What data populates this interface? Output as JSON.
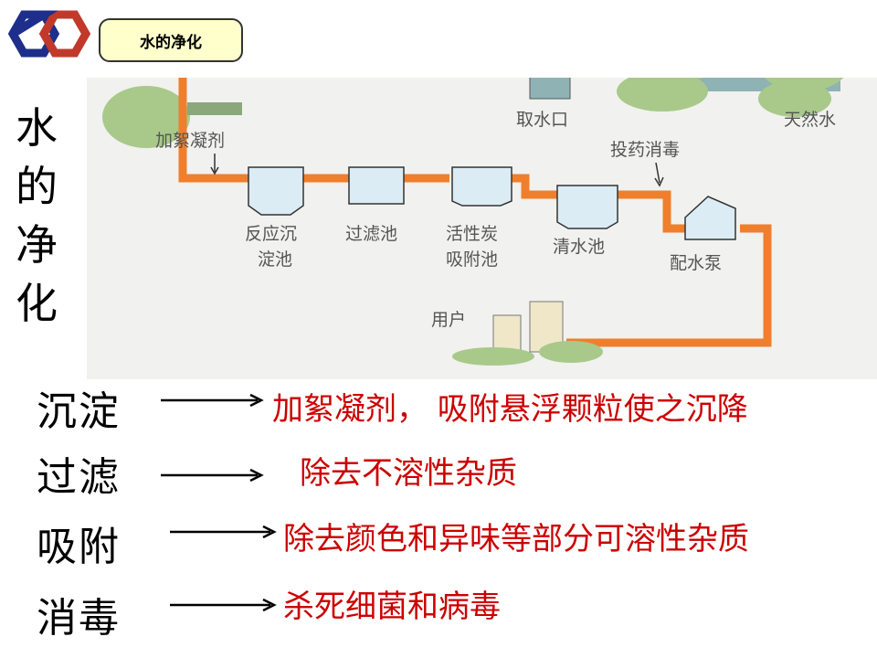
{
  "header": {
    "tag": "水的净化"
  },
  "vertical_title": [
    "水",
    "的",
    "净",
    "化"
  ],
  "diagram": {
    "labels": {
      "intake": "取水口",
      "natural_water": "天然水",
      "coagulant": "加絮凝剂",
      "disinfect": "投药消毒",
      "sedimentation_1": "反应沉",
      "sedimentation_2": "淀池",
      "filter": "过滤池",
      "carbon_1": "活性炭",
      "carbon_2": "吸附池",
      "clear_water": "清水池",
      "pump": "配水泵",
      "users": "用户"
    },
    "colors": {
      "pipe": "#ef7f2c",
      "tank": "#dcecf4",
      "hill": "#a8c98a",
      "water": "#8fb2b5"
    }
  },
  "steps": [
    {
      "term": "沉淀",
      "desc": "加絮凝剂， 吸附悬浮颗粒使之沉降"
    },
    {
      "term": "过滤",
      "desc": "除去不溶性杂质"
    },
    {
      "term": "吸附",
      "desc": "除去颜色和异味等部分可溶性杂质"
    },
    {
      "term": "消毒",
      "desc": "杀死细菌和病毒"
    }
  ]
}
